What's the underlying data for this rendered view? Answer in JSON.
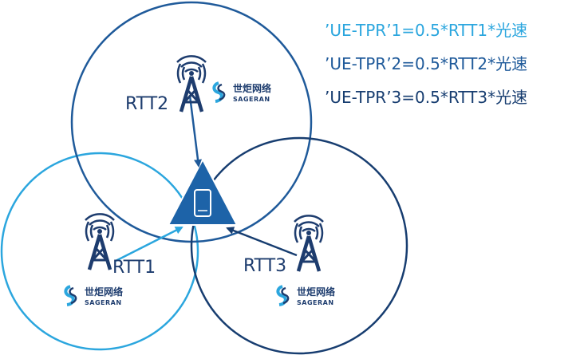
{
  "formulas": [
    "’UE-TPR’1=0.5*RTT1*光速",
    "’UE-TPR’2=0.5*RTT2*光速",
    "’UE-TPR’3=0.5*RTT3*光速"
  ],
  "labels": {
    "rtt1": "RTT1",
    "rtt2": "RTT2",
    "rtt3": "RTT3"
  },
  "brand": {
    "cn": "世炬网络",
    "en": "SAGERAN"
  },
  "colors": {
    "circle1": "#2ba6de",
    "circle2": "#1f5a9a",
    "circle3": "#173d70",
    "ue": "#1d63a8",
    "tower": "#1d3c6e",
    "arrow1": "#2ba6de",
    "arrow2": "#1f5a9a",
    "arrow3": "#173d70"
  },
  "icons": {
    "tower": "cell-tower-icon",
    "ue": "mobile-phone-icon",
    "logo": "sageran-logo-icon"
  }
}
